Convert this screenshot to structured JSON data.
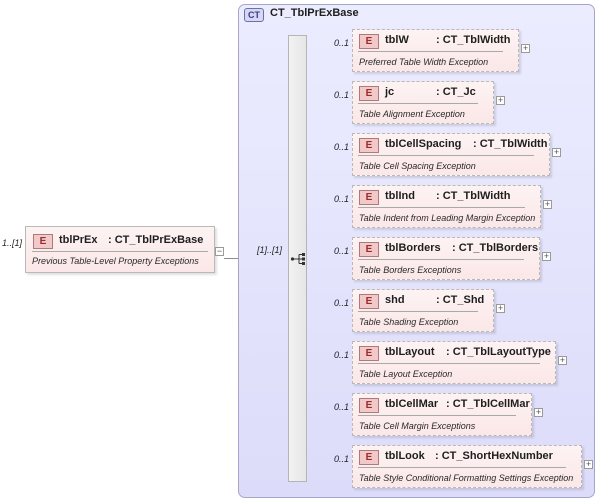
{
  "root": {
    "occurrence": "1..[1]",
    "badge": "E",
    "name": "tblPrEx",
    "type": ": CT_TblPrExBase",
    "description": "Previous Table-Level Property Exceptions",
    "expander": "−"
  },
  "complex_type": {
    "badge": "CT",
    "name": "CT_TblPrExBase"
  },
  "sequence": {
    "occurrence": "[1]..[1]",
    "icon": "sequence-compositor-icon"
  },
  "children": [
    {
      "occurrence": "0..1",
      "badge": "E",
      "name": "tblW",
      "type": ": CT_TblWidth",
      "description": "Preferred Table Width Exception",
      "expander": "+"
    },
    {
      "occurrence": "0..1",
      "badge": "E",
      "name": "jc",
      "type": ": CT_Jc",
      "description": "Table Alignment Exception",
      "expander": "+"
    },
    {
      "occurrence": "0..1",
      "badge": "E",
      "name": "tblCellSpacing",
      "type": ": CT_TblWidth",
      "description": "Table Cell Spacing Exception",
      "expander": "+"
    },
    {
      "occurrence": "0..1",
      "badge": "E",
      "name": "tblInd",
      "type": ": CT_TblWidth",
      "description": "Table Indent from Leading Margin Exception",
      "expander": "+"
    },
    {
      "occurrence": "0..1",
      "badge": "E",
      "name": "tblBorders",
      "type": ": CT_TblBorders",
      "description": "Table Borders Exceptions",
      "expander": "+"
    },
    {
      "occurrence": "0..1",
      "badge": "E",
      "name": "shd",
      "type": ": CT_Shd",
      "description": "Table Shading Exception",
      "expander": "+"
    },
    {
      "occurrence": "0..1",
      "badge": "E",
      "name": "tblLayout",
      "type": ": CT_TblLayoutType",
      "description": "Table Layout Exception",
      "expander": "+"
    },
    {
      "occurrence": "0..1",
      "badge": "E",
      "name": "tblCellMar",
      "type": ": CT_TblCellMar",
      "description": "Table Cell Margin Exceptions",
      "expander": "+"
    },
    {
      "occurrence": "0..1",
      "badge": "E",
      "name": "tblLook",
      "type": ": CT_ShortHexNumber",
      "description": "Table Style Conditional Formatting Settings Exception",
      "expander": "+"
    }
  ]
}
